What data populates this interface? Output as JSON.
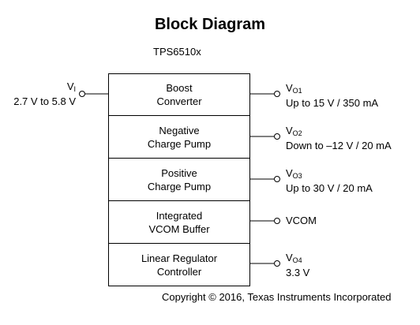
{
  "diagram": {
    "title": "Block Diagram",
    "part_number": "TPS6510x",
    "blocks": [
      {
        "line1": "Boost",
        "line2": "Converter"
      },
      {
        "line1": "Negative",
        "line2": "Charge Pump"
      },
      {
        "line1": "Positive",
        "line2": "Charge Pump"
      },
      {
        "line1": "Integrated",
        "line2": "VCOM Buffer"
      },
      {
        "line1": "Linear Regulator",
        "line2": "Controller"
      }
    ],
    "input": {
      "name": "V",
      "sub": "I",
      "range": "2.7 V to 5.8 V"
    },
    "outputs": [
      {
        "name": "V",
        "sub": "O1",
        "desc": "Up to 15 V / 350 mA"
      },
      {
        "name": "V",
        "sub": "O2",
        "desc": "Down to –12 V / 20 mA"
      },
      {
        "name": "V",
        "sub": "O3",
        "desc": "Up to 30 V / 20 mA"
      },
      {
        "name": "VCOM",
        "sub": "",
        "desc": ""
      },
      {
        "name": "V",
        "sub": "O4",
        "desc": "3.3 V"
      }
    ],
    "copyright": "Copyright © 2016, Texas Instruments Incorporated"
  }
}
